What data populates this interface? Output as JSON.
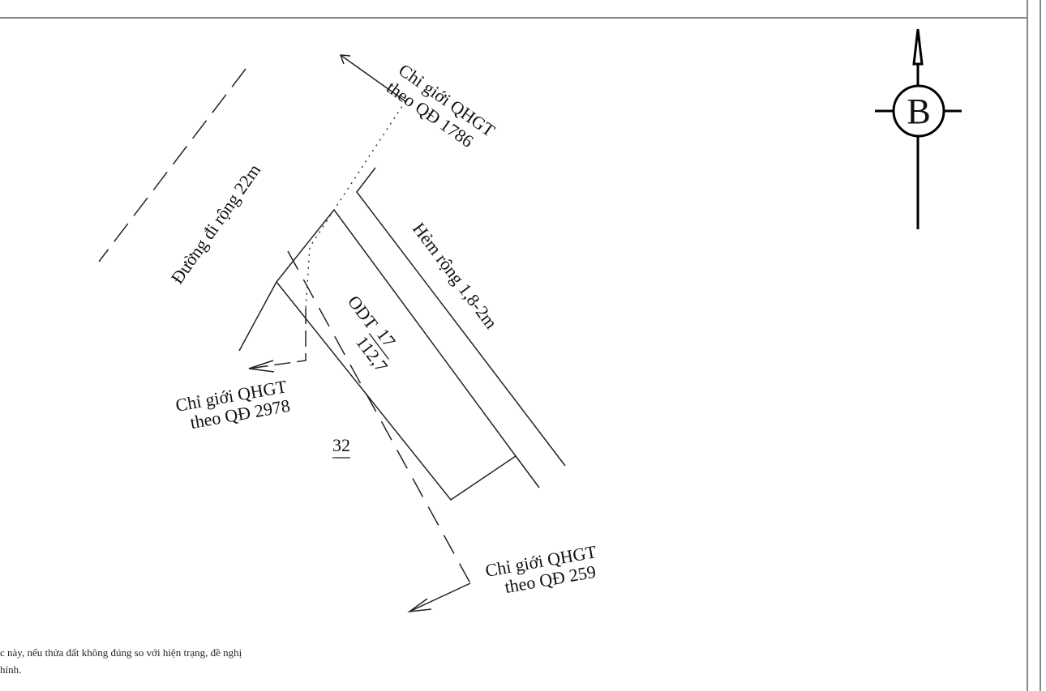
{
  "map": {
    "north_label": "B",
    "road_label": "Đường đi rộng 22m",
    "alley_label": "Hẻm rộng 1,8-2m",
    "parcel": {
      "land_type": "ODT",
      "parcel_number": "17",
      "area": "112,7"
    },
    "neighbor_parcel": "32",
    "boundaries": [
      {
        "line1": "Chỉ giới QHGT",
        "line2": "theo QĐ 1786"
      },
      {
        "line1": "Chỉ giới QHGT",
        "line2": "theo QĐ 2978"
      },
      {
        "line1": "Chỉ giới QHGT",
        "line2": "theo QĐ 259"
      }
    ]
  },
  "note": {
    "line1": "c này, nếu thửa đất không đúng so với hiện trạng, đề nghị",
    "line2": "hính."
  }
}
